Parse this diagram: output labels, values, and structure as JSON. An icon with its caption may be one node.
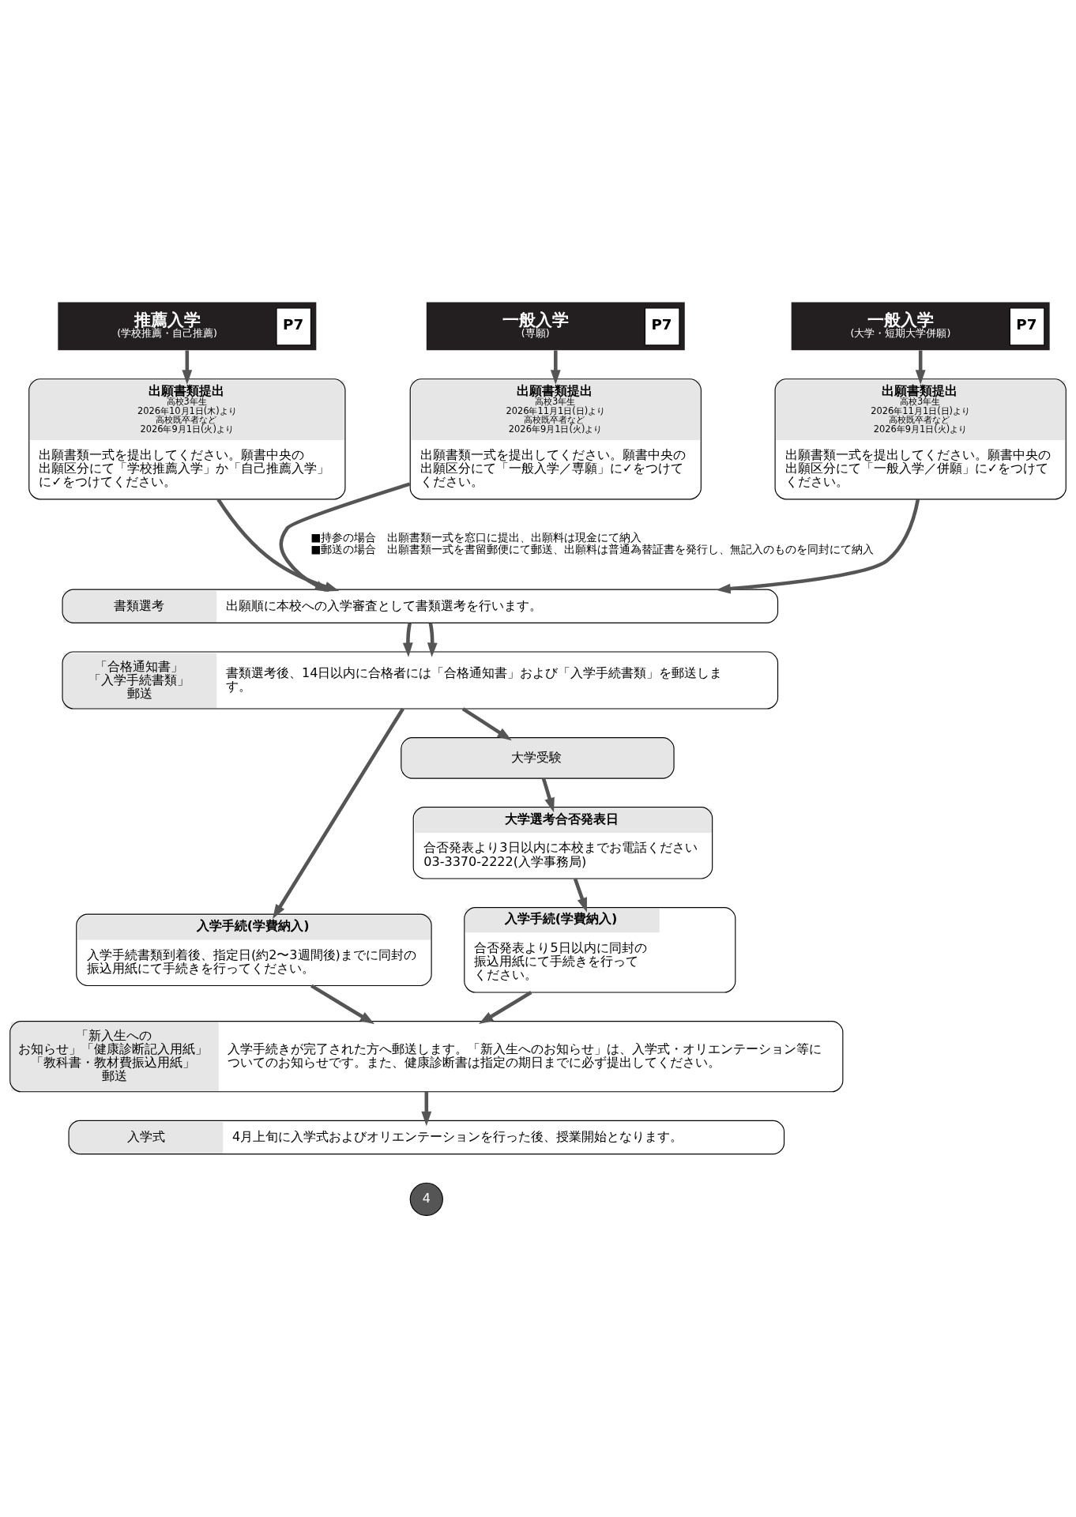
{
  "diagram": {
    "nodes": [
      {
        "text": [
          "推薦入学",
          "(学校推薦・自己推薦)",
          "P7"
        ]
      },
      {
        "text": [
          "出願書類提出",
          "高校3年生",
          "2026年10月1日(木)より",
          "高校既卒者など",
          "2026年9月1日(火)より",
          "出願書類一式を提出してください。願書中央の出願区分にて「学校推薦入学」か「自己推薦入学」に✓をつけてください。"
        ]
      },
      {
        "text": [
          "一般入学",
          "(専願)",
          "P7"
        ]
      },
      {
        "text": [
          "出願書類提出",
          "高校3年生",
          "2026年11月1日(日)より",
          "高校既卒者など",
          "2026年9月1日(火)より",
          "出願書類一式を提出してください。願書中央の出願区分にて「一般入学／専願」に✓をつけてください。"
        ]
      },
      {
        "text": [
          "一般入学",
          "(大学・短期大学併願)",
          "P7"
        ]
      },
      {
        "text": [
          "出願書類提出",
          "高校3年生",
          "2026年11月1日(日)より",
          "高校既卒者など",
          "2026年9月1日(火)より",
          "出願書類一式を提出してください。願書中央の出願区分にて「一般入学／併願」に✓をつけてください。"
        ]
      },
      {
        "text": [
          "書類選考",
          "出願順に本校への入学審査として書類選考を行います。"
        ]
      },
      {
        "text": [
          "「合格通知書」「入学手続書類」郵送",
          "書類選考後、14日以内に合格者には「合格通知書」および「入学手続書類」を郵送します。"
        ]
      },
      {
        "text": [
          "大学受験"
        ]
      },
      {
        "text": [
          "大学選考合否発表日",
          "合否発表より3日以内に本校までお電話ください",
          "03-3370-2222(入学事務局)"
        ]
      },
      {
        "text": [
          "入学手続(学費納入)",
          "入学手続書類到着後、指定日(約2〜3週間後)までに同封の振込用紙にて手続きを行ってください。"
        ]
      },
      {
        "text": [
          "入学手続(学費納入)",
          "合否発表より5日以内に同封の振込用紙にて手続きを行ってください。"
        ]
      },
      {
        "text": [
          "「新入生へのお知らせ」「健康診断記入用紙」「教科書・教材費振込用紙」郵送",
          "入学手続きが完了された方へ郵送します。「新入生へのお知らせ」は、入学式・オリエンテーション等についてのお知らせです。また、健康診断書は指定の期日までに必ず提出してください。"
        ]
      },
      {
        "text": [
          "入学式",
          "4月上旬に入学式およびオリエンテーションを行った後、授業開始となります。"
        ]
      }
    ],
    "edges": [
      {
        "from": 0,
        "to": 1,
        "arrow": "to"
      },
      {
        "from": 2,
        "to": 3,
        "arrow": "to"
      },
      {
        "from": 4,
        "to": 5,
        "arrow": "to"
      },
      {
        "from": 1,
        "to": 6,
        "arrow": "to"
      },
      {
        "from": 3,
        "to": 6,
        "arrow": "to"
      },
      {
        "from": 5,
        "to": 6,
        "arrow": "to"
      },
      {
        "from": 6,
        "to": 7,
        "arrow": "to"
      },
      {
        "from": 6,
        "to": 7,
        "arrow": "to"
      },
      {
        "from": 7,
        "to": 10,
        "arrow": "to"
      },
      {
        "from": 7,
        "to": 8,
        "arrow": "to"
      },
      {
        "from": 8,
        "to": 9,
        "arrow": "to"
      },
      {
        "from": 9,
        "to": 11,
        "arrow": "to"
      },
      {
        "from": 10,
        "to": 12,
        "arrow": "to"
      },
      {
        "from": 11,
        "to": 12,
        "arrow": "to"
      },
      {
        "from": 12,
        "to": 13,
        "arrow": "to"
      }
    ],
    "labels": [
      "■持参の場合　出願書類一式を窓口に提出、出願料は現金にて納入",
      "■郵送の場合　出願書類一式を書留郵便にて郵送、出願料は普通為替証書を発行し、無記入のものを同封にて納入",
      "4"
    ]
  }
}
